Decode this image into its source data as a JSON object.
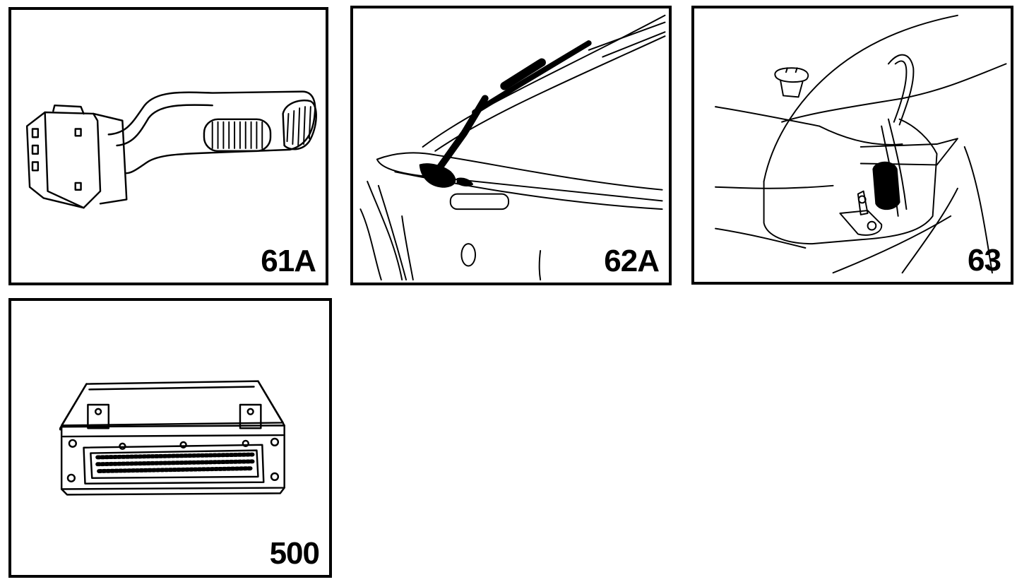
{
  "panels": [
    {
      "label": "61A"
    },
    {
      "label": "62A"
    },
    {
      "label": "63"
    },
    {
      "label": "500"
    }
  ],
  "colors": {
    "ink": "#000000",
    "paper": "#ffffff"
  }
}
